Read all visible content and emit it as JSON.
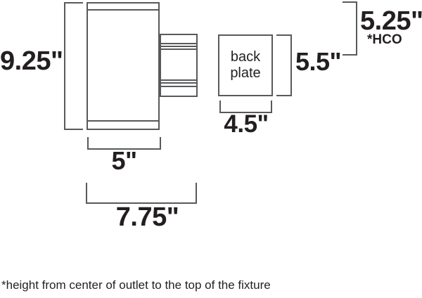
{
  "colors": {
    "line": "#58595b",
    "text": "#231f20",
    "background": "#ffffff"
  },
  "fixture": {
    "back_plate_line1": "back",
    "back_plate_line2": "plate"
  },
  "dimensions": {
    "fixture_height": "9.25\"",
    "body_width": "5\"",
    "overall_depth": "7.75\"",
    "backplate_width": "4.5\"",
    "backplate_height": "5.5\"",
    "hco_height": "5.25\"",
    "hco_abbr": "*HCO"
  },
  "footnote": "*height from center of outlet to the top of the fixture"
}
